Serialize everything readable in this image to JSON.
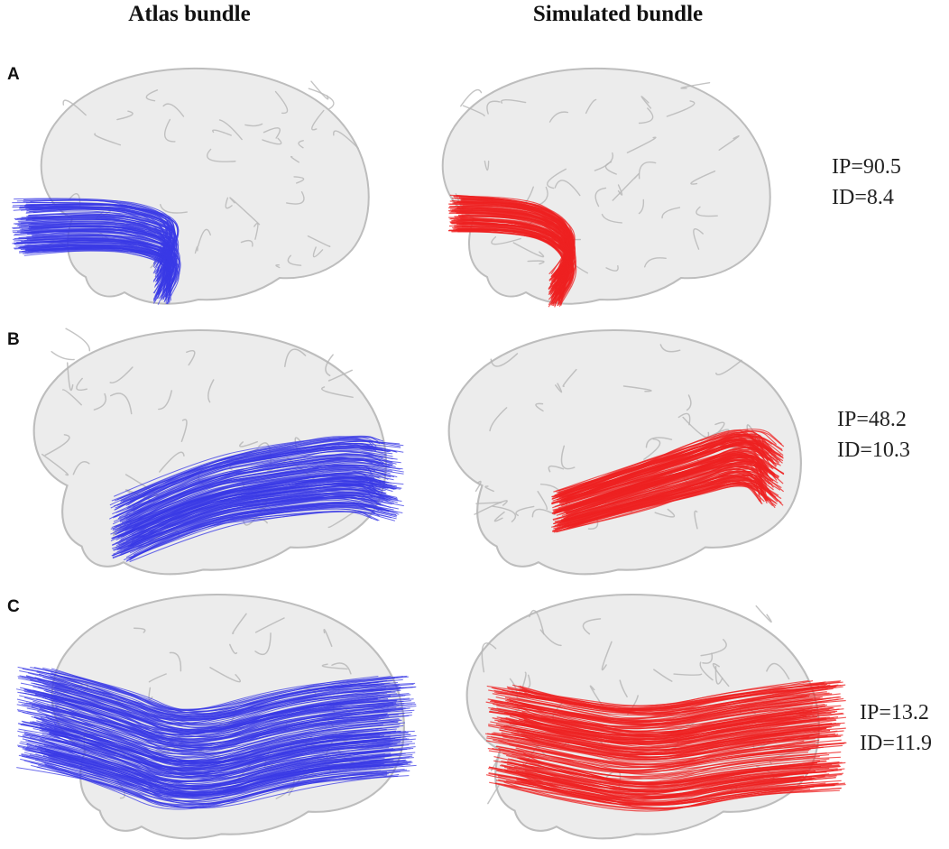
{
  "headers": {
    "atlas": "Atlas bundle",
    "simulated": "Simulated bundle"
  },
  "rows": [
    {
      "label": "A",
      "ip": "IP=90.5",
      "id": "ID=8.4"
    },
    {
      "label": "B",
      "ip": "IP=48.2",
      "id": "ID=10.3"
    },
    {
      "label": "C",
      "ip": "IP=13.2",
      "id": "ID=11.9"
    }
  ],
  "colors": {
    "atlas_bundle": "#3a3ae6",
    "simulated_bundle": "#ee2222",
    "brain_fill": "#ececec",
    "brain_outline": "#bdbdbd",
    "brain_sulci": "#b5b5b5"
  }
}
